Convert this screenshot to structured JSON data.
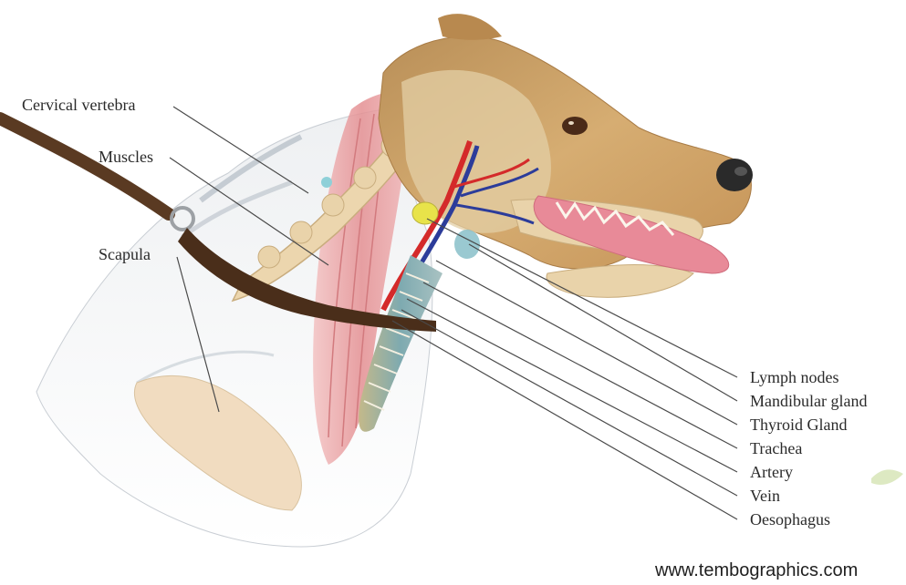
{
  "labels_left": {
    "cervical_vertebra": "Cervical vertebra",
    "muscles": "Muscles",
    "scapula": "Scapula"
  },
  "labels_right": {
    "lymph_nodes": "Lymph nodes",
    "mandibular_gland": "Mandibular gland",
    "thyroid_gland": "Thyroid Gland",
    "trachea": "Trachea",
    "artery": "Artery",
    "vein": "Vein",
    "oesophagus": "Oesophagus"
  },
  "credit": "www.tembographics.com",
  "colors": {
    "fur": "#c89a5a",
    "bone": "#e9d3aa",
    "muscle": "#e99a9a",
    "artery": "#d42a2a",
    "vein": "#2c3c9a",
    "trachea": "#8fb0b0",
    "lead": "#5a3a22",
    "tongue": "#e88a98"
  }
}
